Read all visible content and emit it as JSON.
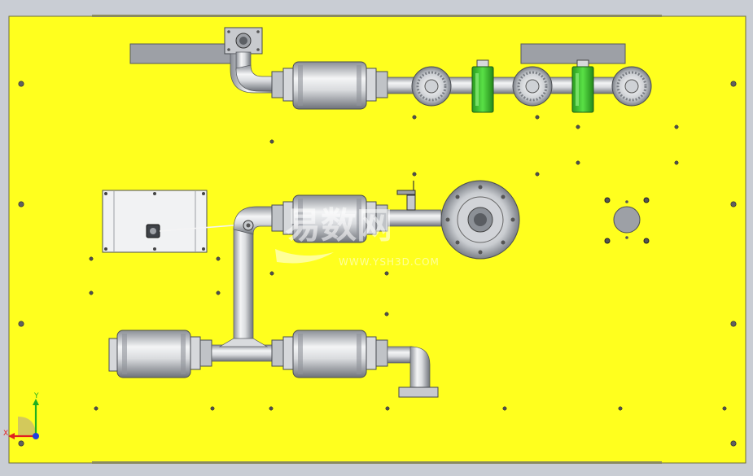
{
  "viewport": {
    "background": "#c9cdd4",
    "panel_color": "#ffff1e",
    "panel_outline": "#6d6d3a"
  },
  "watermark": {
    "brand_cn": "易数网",
    "url": "WWW.YSH3D.COM"
  },
  "triad": {
    "x_label": "X",
    "y_label": "Y"
  },
  "colors": {
    "pipe_light": "#eef0f2",
    "pipe_dark": "#7d8188",
    "tape": "#6a6e74",
    "green_valve": "#3bc22e",
    "axis_x": "#e02020",
    "axis_y": "#20b020",
    "axis_z": "#1f3fe0"
  }
}
